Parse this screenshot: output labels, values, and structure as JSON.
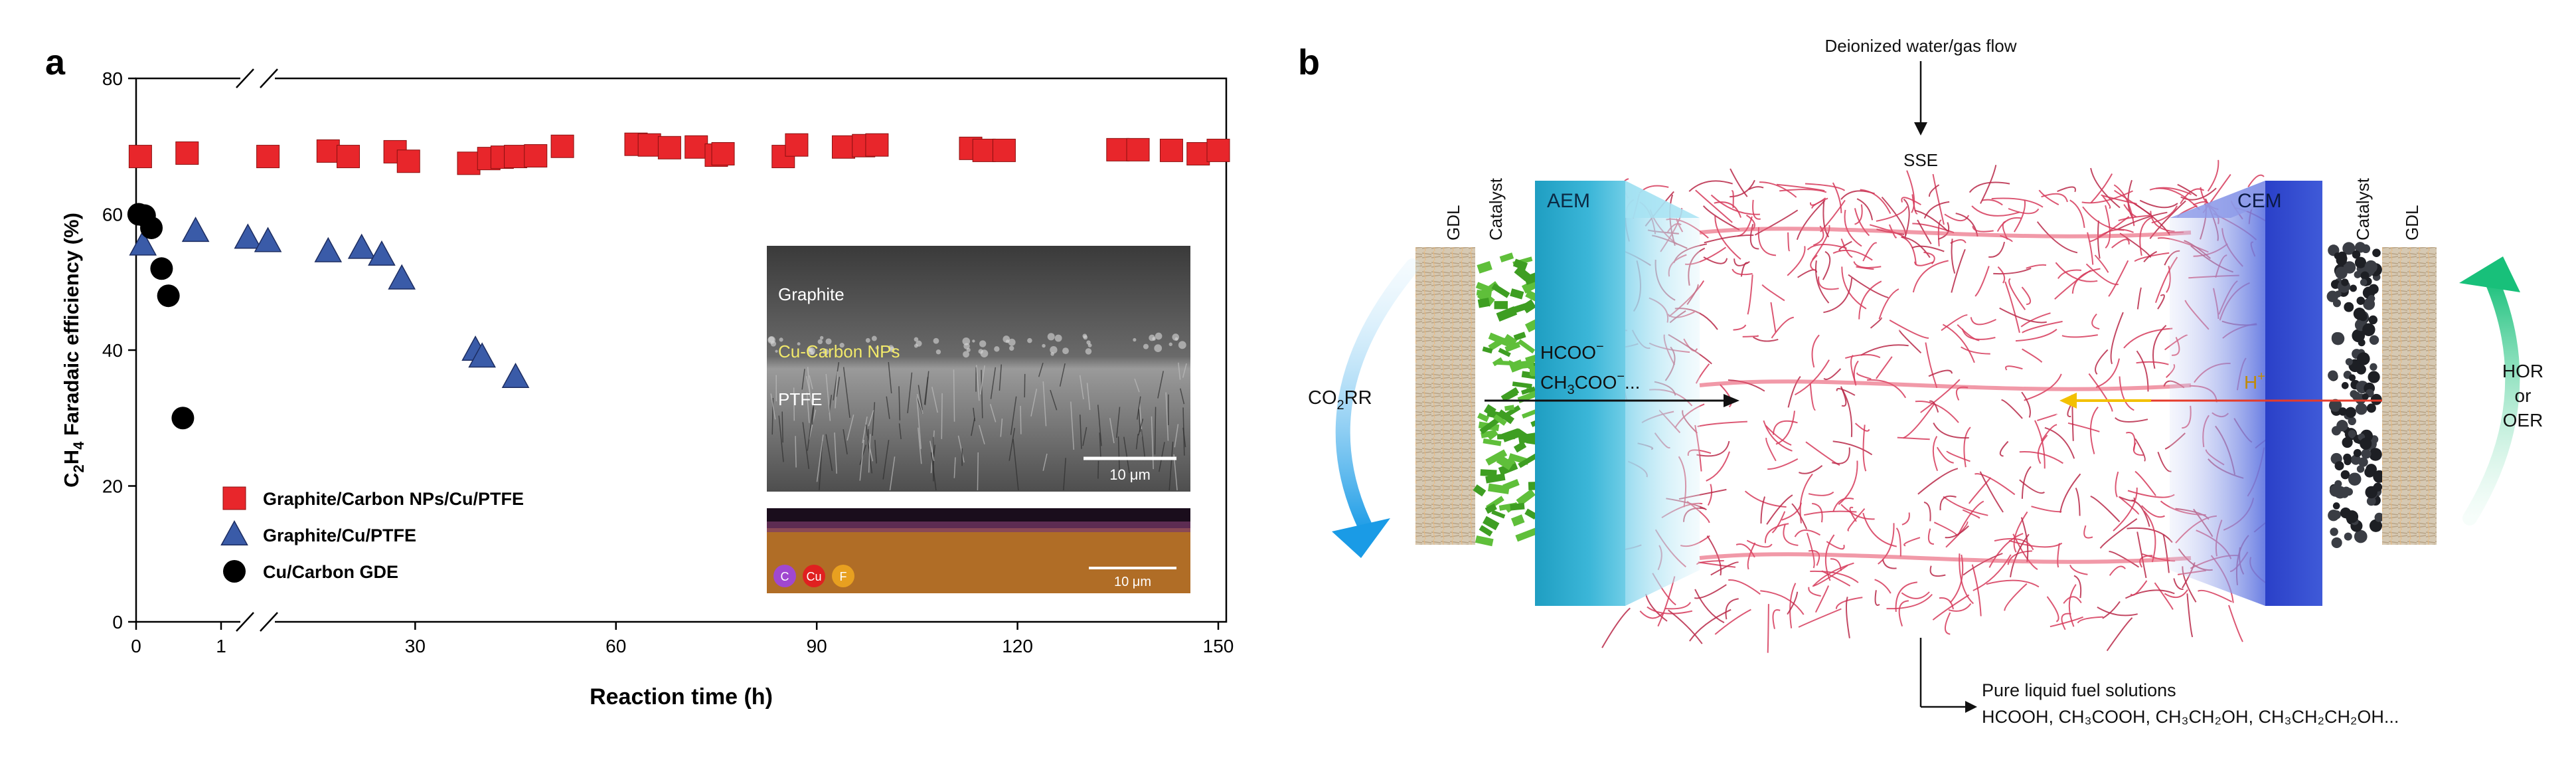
{
  "figure": {
    "panel_a_label": "a",
    "panel_b_label": "b"
  },
  "chart_data": {
    "type": "scatter",
    "xlabel": "Reaction time (h)",
    "ylabel_main": "C",
    "ylabel_sub1": "2",
    "ylabel_mid": "H",
    "ylabel_sub2": "4",
    "ylabel_tail": " Faradaic efficiency (%)",
    "ylim": [
      0,
      80
    ],
    "yticks": [
      "0",
      "20",
      "40",
      "60",
      "80"
    ],
    "xticks_left": [
      "0",
      "1"
    ],
    "xticks_right": [
      "30",
      "60",
      "90",
      "120",
      "150"
    ],
    "axis_break": true,
    "grid": false,
    "legend_position": "bottom-left",
    "series": [
      {
        "name": "Graphite/Carbon NPs/Cu/PTFE",
        "marker": "square",
        "color": "#e8262b",
        "points": [
          [
            0.05,
            68.5
          ],
          [
            0.6,
            69
          ],
          [
            8,
            68.5
          ],
          [
            17,
            69.3
          ],
          [
            20,
            68.5
          ],
          [
            27,
            69.2
          ],
          [
            29,
            67.8
          ],
          [
            38,
            67.5
          ],
          [
            41,
            68.2
          ],
          [
            43,
            68.4
          ],
          [
            45,
            68.5
          ],
          [
            48,
            68.6
          ],
          [
            52,
            70
          ],
          [
            63,
            70.3
          ],
          [
            65,
            70.2
          ],
          [
            68,
            69.8
          ],
          [
            72,
            69.9
          ],
          [
            75,
            68.7
          ],
          [
            76,
            68.9
          ],
          [
            85,
            68.5
          ],
          [
            87,
            70.2
          ],
          [
            94,
            69.9
          ],
          [
            97,
            70.1
          ],
          [
            99,
            70.2
          ],
          [
            113,
            69.7
          ],
          [
            115,
            69.4
          ],
          [
            118,
            69.4
          ],
          [
            135,
            69.5
          ],
          [
            138,
            69.5
          ],
          [
            143,
            69.4
          ],
          [
            147,
            68.9
          ],
          [
            150,
            69.4
          ]
        ]
      },
      {
        "name": "Graphite/Cu/PTFE",
        "marker": "triangle",
        "color": "#3a5ba8",
        "points": [
          [
            0.08,
            55.5
          ],
          [
            0.7,
            57.5
          ],
          [
            5,
            56.5
          ],
          [
            8,
            56
          ],
          [
            17,
            54.5
          ],
          [
            22,
            55
          ],
          [
            25,
            54
          ],
          [
            28,
            50.5
          ],
          [
            39,
            40
          ],
          [
            40,
            39
          ],
          [
            45,
            36
          ]
        ]
      },
      {
        "name": "Cu/Carbon GDE",
        "marker": "circle",
        "color": "#000000",
        "points": [
          [
            0.03,
            60
          ],
          [
            0.1,
            59.8
          ],
          [
            0.18,
            58
          ],
          [
            0.3,
            52
          ],
          [
            0.38,
            48
          ],
          [
            0.55,
            30
          ]
        ]
      }
    ]
  },
  "inset": {
    "sem_labels": [
      "Graphite",
      "Cu-Carbon NPs",
      "PTFE"
    ],
    "scale_top": "10 μm",
    "eds_elements": [
      "C",
      "Cu",
      "F"
    ],
    "eds_colors": [
      "#a048d0",
      "#e02020",
      "#e8a020"
    ],
    "scale_bottom": "10 μm"
  },
  "diagram": {
    "top_flow": "Deionized water/gas flow",
    "sse": "SSE",
    "gdl_left": "GDL",
    "catalyst_left": "Catalyst",
    "aem": "AEM",
    "cem": "CEM",
    "catalyst_right": "Catalyst",
    "gdl_right": "GDL",
    "anion_line1": "HCOO",
    "anion_sup1": "−",
    "anion_line2": "CH",
    "anion_sub2": "3",
    "anion_rest2": "COO",
    "anion_sup2": "−",
    "anion_tail2": "...",
    "proton": "H",
    "proton_sup": "+",
    "co2rr_main": "CO",
    "co2rr_sub": "2",
    "co2rr_tail": "RR",
    "right_reaction": [
      "HOR",
      "or",
      "OER"
    ],
    "bottom_title": "Pure liquid fuel solutions",
    "bottom_products": "HCOOH, CH₃COOH, CH₃CH₂OH, CH₃CH₂CH₂OH..."
  }
}
